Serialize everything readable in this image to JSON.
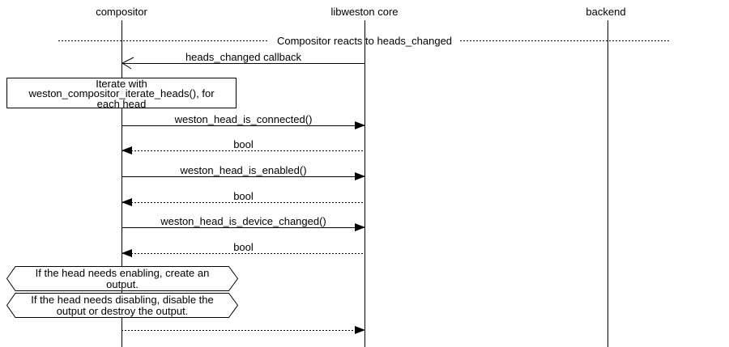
{
  "participants": [
    {
      "name": "compositor"
    },
    {
      "name": "libweston core"
    },
    {
      "name": "backend"
    }
  ],
  "divider": {
    "title": "Compositor reacts to heads_changed"
  },
  "messages": [
    {
      "label": "heads_changed callback",
      "from": "libweston core",
      "to": "compositor",
      "line_style": "solid",
      "arrowhead": "open"
    },
    {
      "label": "weston_head_is_connected()",
      "from": "compositor",
      "to": "libweston core",
      "line_style": "solid",
      "arrowhead": "filled"
    },
    {
      "label": "bool",
      "from": "libweston core",
      "to": "compositor",
      "line_style": "dotted",
      "arrowhead": "filled"
    },
    {
      "label": "weston_head_is_enabled()",
      "from": "compositor",
      "to": "libweston core",
      "line_style": "solid",
      "arrowhead": "filled"
    },
    {
      "label": "bool",
      "from": "libweston core",
      "to": "compositor",
      "line_style": "dotted",
      "arrowhead": "filled"
    },
    {
      "label": "weston_head_is_device_changed()",
      "from": "compositor",
      "to": "libweston core",
      "line_style": "solid",
      "arrowhead": "filled"
    },
    {
      "label": "bool",
      "from": "libweston core",
      "to": "compositor",
      "line_style": "dotted",
      "arrowhead": "filled"
    },
    {
      "label": "",
      "from": "compositor",
      "to": "libweston core",
      "line_style": "dotted",
      "arrowhead": "filled"
    }
  ],
  "notes": {
    "iterate": {
      "lines": [
        "Iterate with",
        "weston_compositor_iterate_heads(), for",
        "each head"
      ]
    },
    "enabling": {
      "lines": [
        "If the head needs enabling,  create an",
        "output."
      ]
    },
    "disabling": {
      "lines": [
        "If the head needs disabling,  disable the",
        "output or destroy the output."
      ]
    }
  },
  "colors": {
    "line": "#000000",
    "background": "#ffffff"
  }
}
